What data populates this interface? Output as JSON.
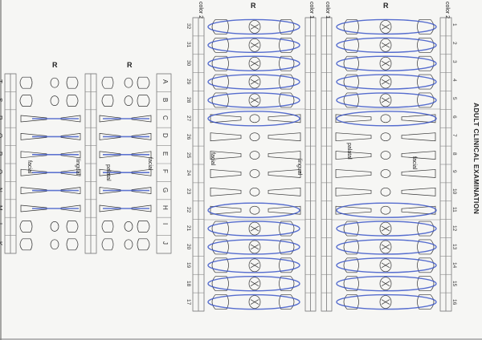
{
  "header": {
    "title": "ADULT CLINICAL EXAMINATION",
    "sheet_label_R_top_right": "R",
    "sheet_label_R_top_left": "R",
    "color_label": "color 1",
    "color_label_2": "color 2"
  },
  "adult_chart": {
    "upper_numbers": [
      "1",
      "2",
      "3",
      "4",
      "5",
      "6",
      "7",
      "8",
      "9",
      "10",
      "11",
      "12",
      "13",
      "14",
      "15",
      "16"
    ],
    "lower_numbers": [
      "32",
      "31",
      "30",
      "29",
      "28",
      "27",
      "26",
      "25",
      "24",
      "23",
      "22",
      "21",
      "20",
      "19",
      "18",
      "17"
    ],
    "upper_surfaces": [
      "facial",
      "palatal"
    ],
    "lower_surfaces": [
      "lingual",
      "facial"
    ]
  },
  "primary_chart": {
    "label_R_upper": "R",
    "label_R_lower": "R",
    "upper_letters": [
      "A",
      "B",
      "C",
      "D",
      "E",
      "F",
      "G",
      "H",
      "I",
      "J"
    ],
    "lower_letters": [
      "T",
      "S",
      "R",
      "Q",
      "P",
      "O",
      "N",
      "M",
      "L",
      "K"
    ],
    "upper_surfaces": [
      "facial",
      "palatal"
    ],
    "lower_surfaces": [
      "lingual",
      "facial"
    ]
  }
}
